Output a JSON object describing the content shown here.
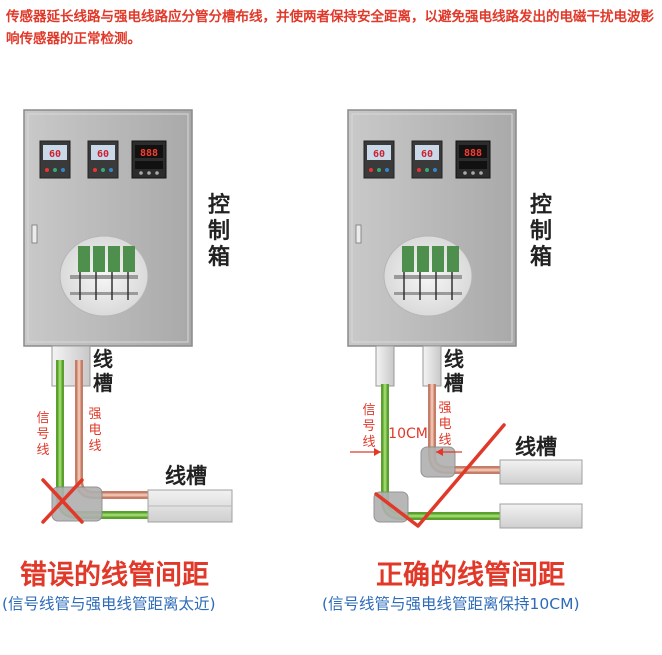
{
  "intro_text": "传感器延长线路与强电线路应分管分槽布线，并使两者保持安全距离，以避免强电线路发出的电磁干扰电波影响传感器的正常检测。",
  "cabinet_label": [
    "控",
    "制",
    "箱"
  ],
  "duct_label_vertical": [
    "线",
    "槽"
  ],
  "duct_label_horizontal": "线槽",
  "signal_label": [
    "信",
    "号",
    "线"
  ],
  "power_label": [
    "强",
    "电",
    "线"
  ],
  "spacing_label": "10CM",
  "controller_display": "60",
  "controller_display_digital": "888",
  "wrong": {
    "title": "错误的线管间距",
    "subtitle": "(信号线管与强电线管距离太近)"
  },
  "right": {
    "title": "正确的线管间距",
    "subtitle": "(信号线管与强电线管距离保持10CM)"
  },
  "colors": {
    "accent_red": "#e0392a",
    "subtitle_blue": "#2e6bb8",
    "signal_green": "#6fbf3b",
    "power_copper": "#d9927a",
    "cabinet_grey": "#b9b9b9"
  }
}
